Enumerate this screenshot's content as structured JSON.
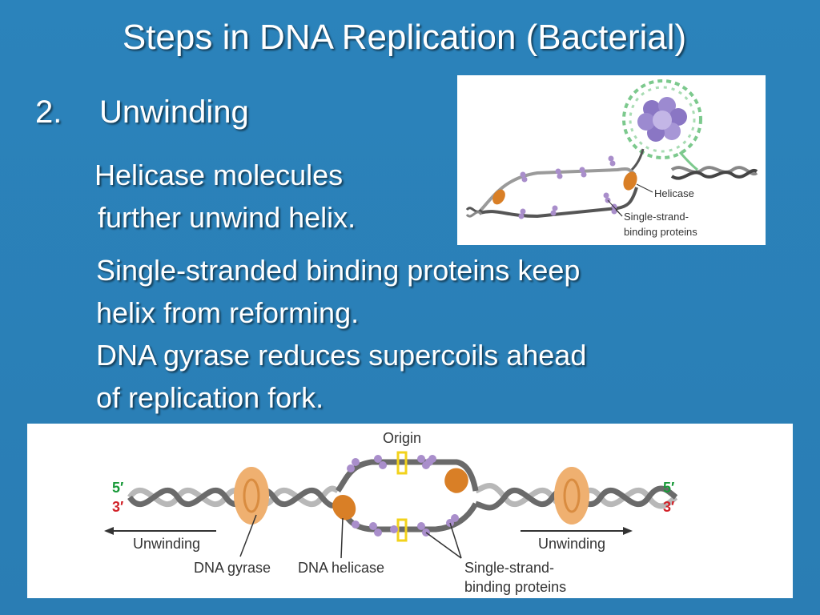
{
  "slide": {
    "title": "Steps in DNA Replication (Bacterial)",
    "item_number": "2.",
    "heading": "Unwinding",
    "paragraph1": [
      "Helicase molecules",
      "further unwind helix."
    ],
    "paragraph2": [
      "Single-stranded binding proteins keep",
      "helix from reforming.",
      "DNA gyrase reduces supercoils ahead",
      "of replication fork."
    ]
  },
  "figure_top": {
    "label_helicase": "Helicase",
    "label_ssb": [
      "Single-strand-",
      "binding proteins"
    ]
  },
  "figure_bottom": {
    "origin": "Origin",
    "left_5": "5′",
    "left_3": "3′",
    "right_5": "5′",
    "right_3": "3′",
    "left_unwinding": "Unwinding",
    "right_unwinding": "Unwinding",
    "dna_gyrase": "DNA gyrase",
    "dna_helicase": "DNA helicase",
    "ssb": [
      "Single-strand-",
      "binding proteins"
    ]
  },
  "colors": {
    "background": "#2a7fb6",
    "gyrase": "#efb070",
    "helicase": "#d97f26",
    "ssb": "#a98ecb",
    "origin_marker": "#f2d21b",
    "five_prime": "#1a9a3a",
    "three_prime": "#d2232a"
  }
}
